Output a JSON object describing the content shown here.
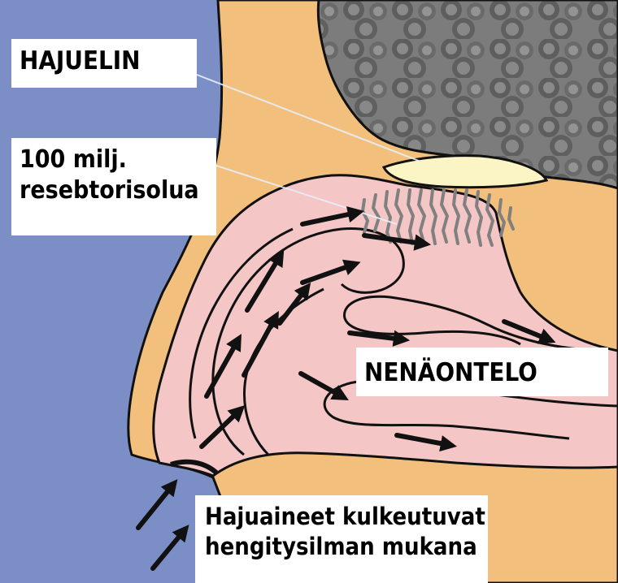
{
  "labels": {
    "olfactory_bulb": "HAJUELIN",
    "receptor_line1": "100 milj.",
    "receptor_line2": "resebtorisolua",
    "nasal_cavity": "NENÄONTELO",
    "caption_line1": "Hajuaineet kulkeutuvat",
    "caption_line2": "hengitysilman mukana"
  },
  "colors": {
    "background_blue": "#7b8fc6",
    "skin_tan": "#f2c07c",
    "cavity_pink": "#f4c6c6",
    "brain_gray": "#7a7a7a",
    "bulb_yellow": "#fbf4c4",
    "receptor_gray": "#808080",
    "outline_black": "#111111",
    "label_white": "#ffffff"
  }
}
